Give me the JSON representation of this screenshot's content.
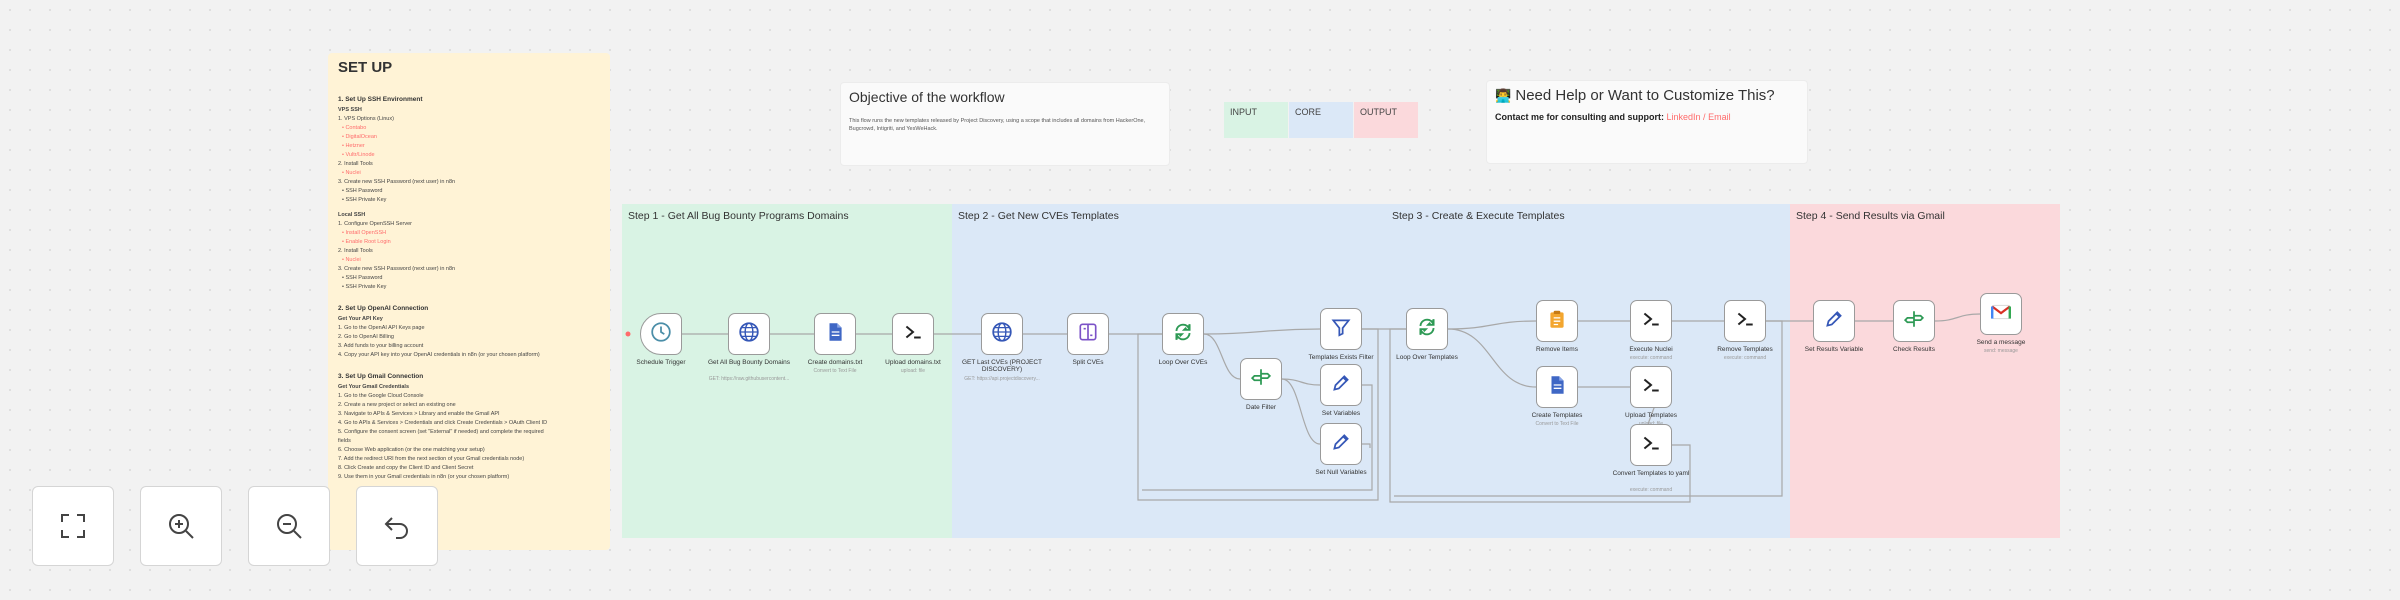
{
  "setup": {
    "title": "SET UP",
    "sections": [
      {
        "heading": "1. Set Up SSH Environment",
        "lines": [
          {
            "t": "VPS SSH",
            "k": "b"
          },
          {
            "t": "1. VPS Options (Linux)",
            "k": ""
          },
          {
            "t": "• Contabo",
            "k": "link"
          },
          {
            "t": "• DigitalOcean",
            "k": "link"
          },
          {
            "t": "• Hetzner",
            "k": "link"
          },
          {
            "t": "• Vultr/Linode",
            "k": "link"
          },
          {
            "t": "2. Install Tools",
            "k": ""
          },
          {
            "t": "• Nuclei",
            "k": "link"
          },
          {
            "t": "3. Create new SSH Password (next user) in n8n",
            "k": ""
          },
          {
            "t": "• SSH Password",
            "k": "sub"
          },
          {
            "t": "• SSH Private Key",
            "k": "sub"
          },
          {
            "t": "",
            "k": "gap"
          },
          {
            "t": "Local SSH",
            "k": "b"
          },
          {
            "t": "1. Configure OpenSSH Server",
            "k": ""
          },
          {
            "t": "• Install OpenSSH",
            "k": "link"
          },
          {
            "t": "• Enable Root Login",
            "k": "link"
          },
          {
            "t": "2. Install Tools",
            "k": ""
          },
          {
            "t": "• Nuclei",
            "k": "link"
          },
          {
            "t": "3. Create new SSH Password (next user) in n8n",
            "k": ""
          },
          {
            "t": "• SSH Password",
            "k": "sub"
          },
          {
            "t": "• SSH Private Key",
            "k": "sub"
          }
        ]
      },
      {
        "heading": "2. Set Up OpenAI Connection",
        "lines": [
          {
            "t": "Get Your API Key",
            "k": "b"
          },
          {
            "t": "1. Go to the OpenAI API Keys page",
            "k": ""
          },
          {
            "t": "2. Go to OpenAI Billing",
            "k": ""
          },
          {
            "t": "3. Add funds to your billing account",
            "k": ""
          },
          {
            "t": "4. Copy your API key into your OpenAI credentials in n8n (or your chosen platform)",
            "k": ""
          }
        ]
      },
      {
        "heading": "3. Set Up Gmail Connection",
        "lines": [
          {
            "t": "Get Your Gmail Credentials",
            "k": "b"
          },
          {
            "t": "1. Go to the Google Cloud Console",
            "k": ""
          },
          {
            "t": "2. Create a new project or select an existing one",
            "k": ""
          },
          {
            "t": "3. Navigate to APIs & Services > Library and enable the Gmail API",
            "k": ""
          },
          {
            "t": "4. Go to APIs & Services > Credentials and click Create Credentials > OAuth Client ID",
            "k": ""
          },
          {
            "t": "5. Configure the consent screen (set \"External\" if needed) and complete the required",
            "k": ""
          },
          {
            "t": "   fields",
            "k": ""
          },
          {
            "t": "6. Choose Web application (or the one matching your setup)",
            "k": ""
          },
          {
            "t": "7. Add the redirect URI from the next section of your Gmail credentials node)",
            "k": ""
          },
          {
            "t": "8. Click Create and copy the Client ID and Client Secret",
            "k": ""
          },
          {
            "t": "9. Use them in your Gmail credentials in n8n (or your chosen platform)",
            "k": ""
          }
        ]
      }
    ]
  },
  "objective": {
    "title": "Objective of the workflow",
    "text": "This flow runs the new templates released by Project Discovery, using a scope that includes all domains from HackerOne, Bugcrowd, Intigriti, and YesWeHack."
  },
  "legend": {
    "input": "INPUT",
    "core": "CORE",
    "output": "OUTPUT"
  },
  "help": {
    "title": "Need Help or Want to Customize This?",
    "contact": "Contact me for consulting and support:",
    "linkedin": "LinkedIn",
    "sep": " / ",
    "email": "Email"
  },
  "steps": [
    {
      "title": "Step 1 - Get All Bug Bounty Programs Domains"
    },
    {
      "title": "Step 2 - Get New CVEs Templates"
    },
    {
      "title": "Step 3 - Create & Execute Templates"
    },
    {
      "title": "Step 4 - Send Results via Gmail"
    }
  ],
  "nodes": [
    {
      "name": "Schedule Trigger",
      "sub": "",
      "icon": "clock-icon"
    },
    {
      "name": "Get All Bug Bounty Domains",
      "sub": "GET: https://raw.githubusercontent...",
      "icon": "globe-icon"
    },
    {
      "name": "Create domains.txt",
      "sub": "Convert to Text File",
      "icon": "file-icon"
    },
    {
      "name": "Upload domains.txt",
      "sub": "upload: file",
      "icon": "terminal-icon"
    },
    {
      "name": "GET Last CVEs (PROJECT DISCOVERY)",
      "sub": "GET: https://api.projectdiscovery...",
      "icon": "globe-icon"
    },
    {
      "name": "Split CVEs",
      "sub": "",
      "icon": "split-icon"
    },
    {
      "name": "Loop Over CVEs",
      "sub": "",
      "icon": "loop-icon"
    },
    {
      "name": "Date Filter",
      "sub": "",
      "icon": "filter-route-icon"
    },
    {
      "name": "Templates Exists Filter",
      "sub": "",
      "icon": "funnel-icon"
    },
    {
      "name": "Set Variables",
      "sub": "",
      "icon": "pencil-icon"
    },
    {
      "name": "Set Null Variables",
      "sub": "",
      "icon": "pencil-icon"
    },
    {
      "name": "Loop Over Templates",
      "sub": "",
      "icon": "loop-icon"
    },
    {
      "name": "Remove Items",
      "sub": "",
      "icon": "clipboard-icon"
    },
    {
      "name": "Execute Nuclei",
      "sub": "execute: command",
      "icon": "terminal-icon"
    },
    {
      "name": "Remove Templates",
      "sub": "execute: command",
      "icon": "terminal-icon"
    },
    {
      "name": "Create Templates",
      "sub": "Convert to Text File",
      "icon": "file-icon"
    },
    {
      "name": "Upload Templates",
      "sub": "upload: file",
      "icon": "terminal-icon"
    },
    {
      "name": "Convert Templates to yaml",
      "sub": "execute: command",
      "icon": "terminal-icon"
    },
    {
      "name": "Set Results Variable",
      "sub": "",
      "icon": "pencil-icon"
    },
    {
      "name": "Check Results",
      "sub": "",
      "icon": "filter-route-icon"
    },
    {
      "name": "Send a message",
      "sub": "send: message",
      "icon": "gmail-icon"
    }
  ],
  "controls": [
    "fit-view",
    "zoom-in",
    "zoom-out",
    "undo"
  ]
}
